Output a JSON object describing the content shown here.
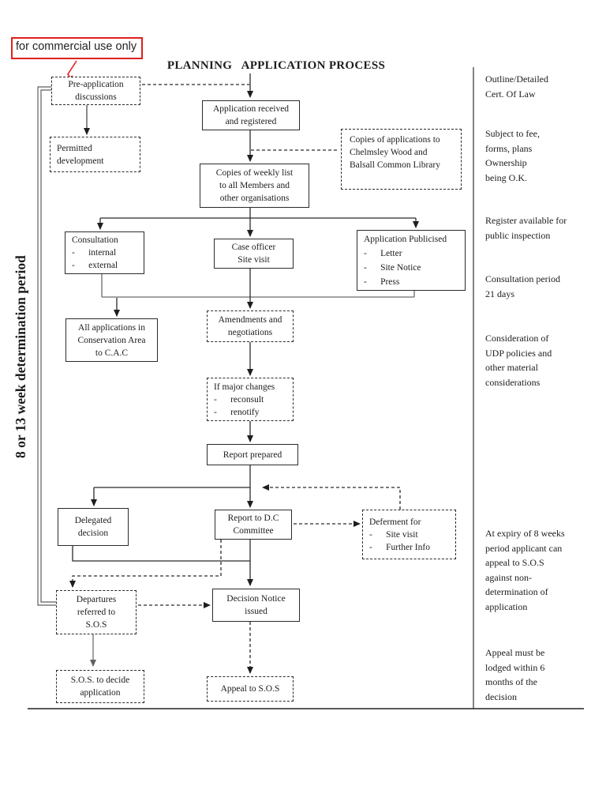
{
  "watermark": {
    "text": "for commercial use only",
    "border_color": "#e0201c"
  },
  "title": "PLANNING   APPLICATION PROCESS",
  "left_label": "8 or 13 week determination period",
  "nodes": {
    "pre_application": {
      "lines": [
        "Pre-application",
        "discussions"
      ]
    },
    "permitted_development": {
      "lines": [
        "Permitted",
        "development"
      ]
    },
    "application_received": {
      "lines": [
        "Application received",
        "and registered"
      ]
    },
    "copies_weekly": {
      "lines": [
        "Copies of weekly list",
        "to all Members and",
        "other organisations"
      ]
    },
    "copies_library": {
      "lines": [
        "Copies of applications to",
        "Chelmsley Wood and",
        "Balsall Common Library"
      ]
    },
    "consultation": {
      "lines": [
        "Consultation",
        "-      internal",
        "-      external"
      ]
    },
    "case_officer": {
      "lines": [
        "Case officer",
        "Site visit"
      ]
    },
    "application_publicised": {
      "lines": [
        "Application Publicised",
        "-      Letter",
        "-      Site Notice",
        "-      Press"
      ]
    },
    "conservation": {
      "lines": [
        "All applications in",
        "Conservation Area",
        "to C.A.C"
      ]
    },
    "amendments": {
      "lines": [
        "Amendments and",
        "negotiations"
      ]
    },
    "major_changes": {
      "lines": [
        "If major changes",
        "-      reconsult",
        "-      renotify"
      ]
    },
    "report_prepared": {
      "lines": [
        "Report prepared"
      ]
    },
    "delegated_decision": {
      "lines": [
        "Delegated",
        "decision"
      ]
    },
    "dc_committee": {
      "lines": [
        "Report to D.C",
        "Committee"
      ]
    },
    "deferment": {
      "lines": [
        "Deferment for",
        "-      Site visit",
        "-      Further Info"
      ]
    },
    "departures": {
      "lines": [
        "Departures",
        "referred to",
        "S.O.S"
      ]
    },
    "decision_notice": {
      "lines": [
        "Decision Notice",
        "issued"
      ]
    },
    "sos_decide": {
      "lines": [
        "S.O.S. to decide",
        "application"
      ]
    },
    "appeal_sos": {
      "lines": [
        "Appeal to S.O.S"
      ]
    }
  },
  "annotations": [
    {
      "lines": [
        "Outline/Detailed",
        "Cert. Of Law"
      ]
    },
    {
      "lines": [
        "Subject to fee,",
        "forms, plans",
        "Ownership",
        " being O.K."
      ]
    },
    {
      "lines": [
        "Register available for",
        "public inspection"
      ]
    },
    {
      "lines": [
        "Consultation period",
        "21 days"
      ]
    },
    {
      "lines": [
        "Consideration of",
        "UDP policies and",
        "other material",
        "considerations"
      ]
    },
    {
      "lines": [
        "At expiry of 8 weeks",
        "period applicant can",
        "appeal to S.O.S",
        "against non-",
        "determination of",
        "application"
      ]
    },
    {
      "lines": [
        "Appeal must be",
        "lodged within 6",
        "months of the",
        "decision"
      ]
    }
  ]
}
